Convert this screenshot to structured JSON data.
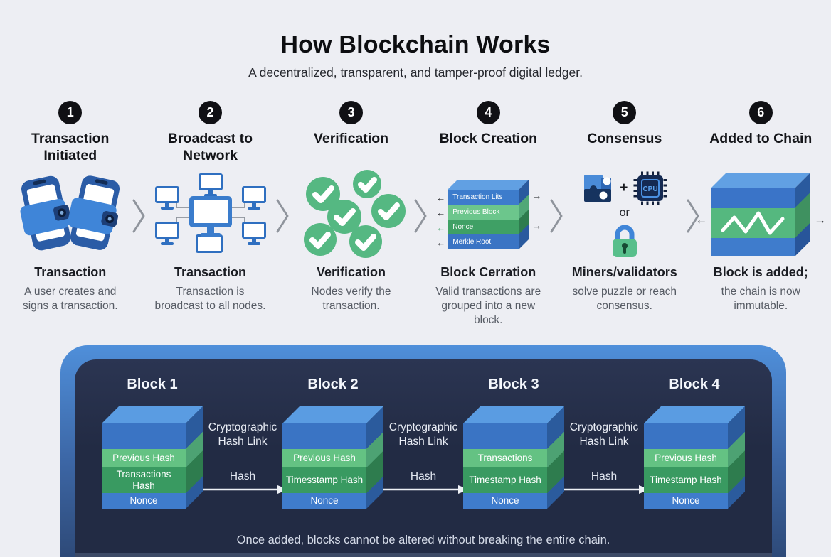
{
  "header": {
    "title": "How Blockchain Works",
    "subtitle": "A decentralized, transparent, and tamper-proof digital ledger."
  },
  "steps": [
    {
      "number": "1",
      "title": "Transaction Initiated",
      "icon": "wallet-phones-icon",
      "caption_title": "Transaction",
      "caption_body": "A user creates and signs a transaction."
    },
    {
      "number": "2",
      "title": "Broadcast to Network",
      "icon": "network-nodes-icon",
      "caption_title": "Transaction",
      "caption_body": "Transaction is broadcast to all nodes."
    },
    {
      "number": "3",
      "title": "Verification",
      "icon": "checkmarks-icon",
      "caption_title": "Verification",
      "caption_body": "Nodes verify the transaction."
    },
    {
      "number": "4",
      "title": "Block Creation",
      "icon": "block-layers-icon",
      "layers": [
        "Transaction Lits",
        "Previous Block",
        "Nonce",
        "Merkle Root"
      ],
      "caption_title": "Block Cerration",
      "caption_body": "Valid transactions are grouped into a new block."
    },
    {
      "number": "5",
      "title": "Consensus",
      "icon": "puzzle-cpu-lock-icon",
      "plus_label": "+",
      "cpu_label": "CPU",
      "or_label": "or",
      "caption_title": "Miners/validators",
      "caption_body": "solve puzzle or reach consensus."
    },
    {
      "number": "6",
      "title": "Added to Chain",
      "icon": "chained-block-icon",
      "caption_title": "Block is added;",
      "caption_body": "the chain is now immutable."
    }
  ],
  "chain": {
    "blocks": [
      {
        "title": "Block 1",
        "layers": [
          "Previous Hash",
          "Transactions Hash",
          "Nonce"
        ]
      },
      {
        "title": "Block 2",
        "layers": [
          "Previous Hash",
          "Timesstamp Hash",
          "Nonce"
        ]
      },
      {
        "title": "Block 3",
        "layers": [
          "Transactions",
          "Timestamp Hash",
          "Nonce"
        ]
      },
      {
        "title": "Block 4",
        "layers": [
          "Previous Hash",
          "Timestamp Hash",
          "Nonce"
        ]
      }
    ],
    "link": {
      "top_label": "Cryptographic Hash Link",
      "arrow_label": "Hash"
    },
    "footer": "Once added, blocks cannot be altered without breaking the entire chain."
  },
  "colors": {
    "background": "#edeef3",
    "accent_blue": "#3f7ccc",
    "light_blue_face": "#5a9ce2",
    "green_light": "#64c283",
    "green_dark": "#399a61",
    "check_green": "#55b882",
    "panel_frame_blue": "#4f8fda",
    "panel_dark": "#222b44",
    "step_circle": "#101014",
    "lock_green": "#58bf8b"
  }
}
